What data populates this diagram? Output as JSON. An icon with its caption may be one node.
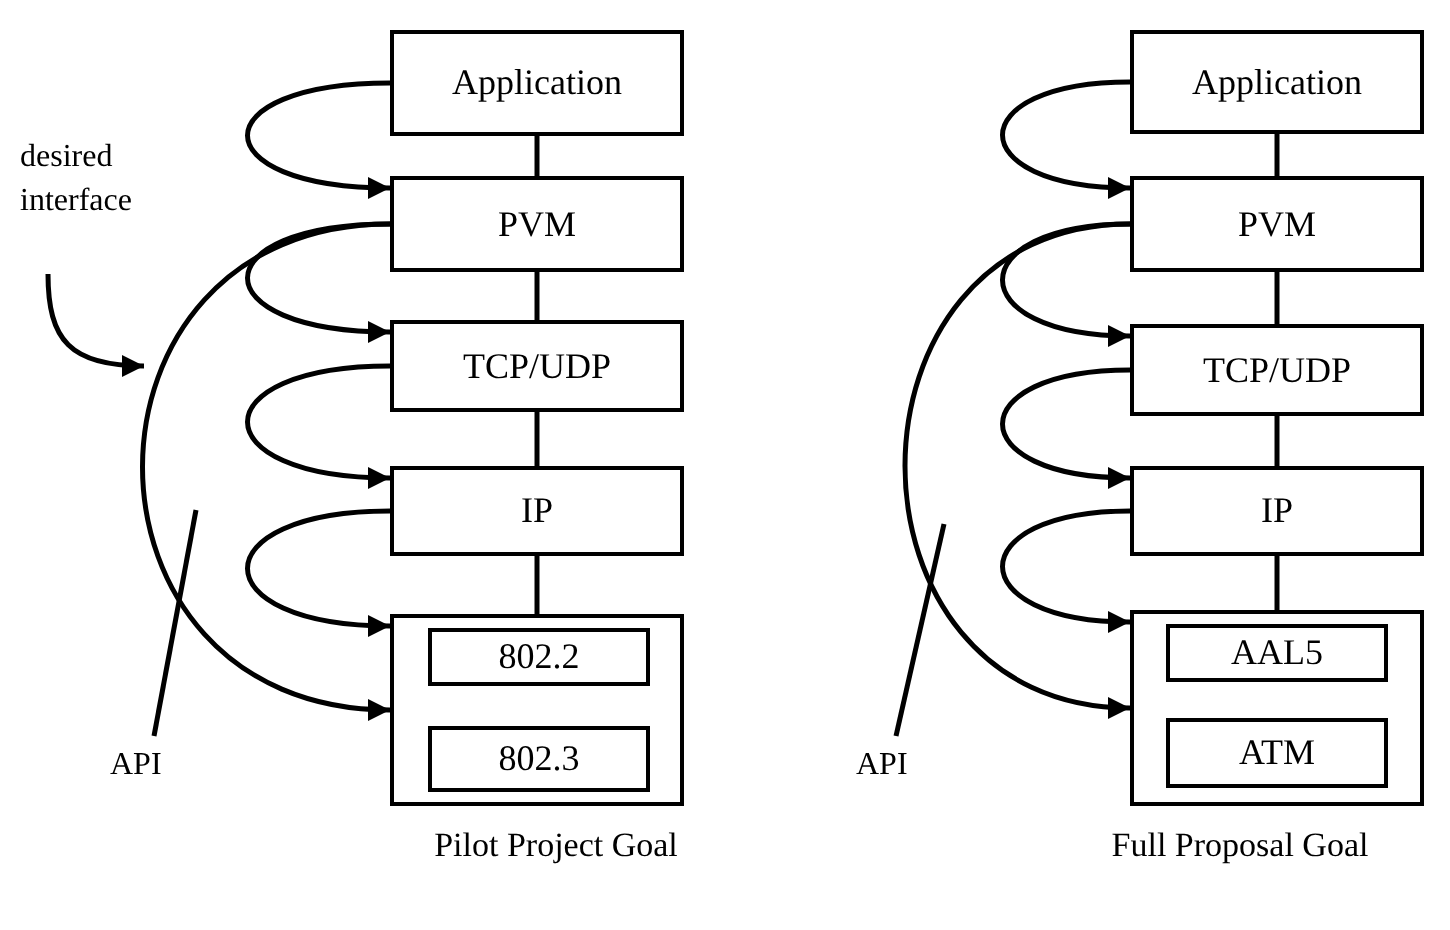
{
  "diagram": {
    "nodes": [
      {
        "text": [
          "Application"
        ]
      },
      {
        "text": [
          "PVM"
        ]
      },
      {
        "text": [
          "TCP/UDP"
        ]
      },
      {
        "text": [
          "IP"
        ]
      },
      {
        "text": [],
        "shape": "box"
      },
      {
        "text": [
          "802.2"
        ],
        "in": 4
      },
      {
        "text": [
          "802.3"
        ],
        "in": 4
      },
      {
        "text": [
          "desired interface"
        ]
      },
      {
        "text": [
          "API"
        ]
      },
      {
        "text": [
          "Application"
        ]
      },
      {
        "text": [
          "PVM"
        ]
      },
      {
        "text": [
          "TCP/UDP"
        ]
      },
      {
        "text": [
          "IP"
        ]
      },
      {
        "text": [],
        "shape": "box"
      },
      {
        "text": [
          "AAL5"
        ],
        "in": 13
      },
      {
        "text": [
          "ATM"
        ],
        "in": 13
      },
      {
        "text": [
          "API"
        ]
      }
    ],
    "edges": [
      {
        "from": 0,
        "to": 1,
        "arrow": "none"
      },
      {
        "from": 1,
        "to": 2,
        "arrow": "none"
      },
      {
        "from": 2,
        "to": 3,
        "arrow": "none"
      },
      {
        "from": 3,
        "to": 4,
        "arrow": "none"
      },
      {
        "from": 0,
        "to": 1,
        "arrow": "to"
      },
      {
        "from": 1,
        "to": 2,
        "arrow": "to"
      },
      {
        "from": 2,
        "to": 3,
        "arrow": "to"
      },
      {
        "from": 3,
        "to": 4,
        "arrow": "to"
      },
      {
        "from": 1,
        "to": 4,
        "arrow": "to"
      },
      {
        "from": 7,
        "to": null,
        "arrow": "to"
      },
      {
        "from": 8,
        "to": null,
        "arrow": "none"
      },
      {
        "from": 9,
        "to": 10,
        "arrow": "none"
      },
      {
        "from": 10,
        "to": 11,
        "arrow": "none"
      },
      {
        "from": 11,
        "to": 12,
        "arrow": "none"
      },
      {
        "from": 12,
        "to": 13,
        "arrow": "none"
      },
      {
        "from": 9,
        "to": 10,
        "arrow": "to"
      },
      {
        "from": 10,
        "to": 11,
        "arrow": "to"
      },
      {
        "from": 11,
        "to": 12,
        "arrow": "to"
      },
      {
        "from": 12,
        "to": 13,
        "arrow": "to"
      },
      {
        "from": 10,
        "to": 13,
        "arrow": "to"
      },
      {
        "from": 16,
        "to": null,
        "arrow": "none"
      }
    ],
    "labels": [
      "Pilot Project Goal",
      "Full Proposal Goal"
    ]
  }
}
